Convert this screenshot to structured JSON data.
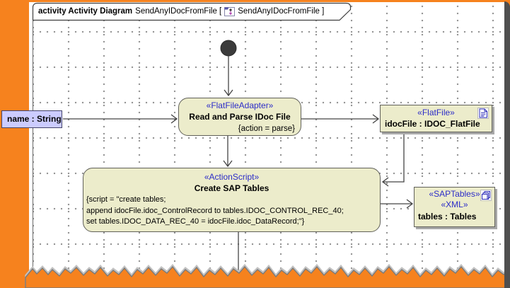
{
  "frame": {
    "kind_label": "activity Activity Diagram",
    "diagram_name": "SendAnyIDocFromFile [",
    "diagram_name_suffix": "SendAnyIDocFromFile ]"
  },
  "nodes": {
    "input_pin": {
      "label": "name : String"
    },
    "read_parse": {
      "stereotype": "«FlatFileAdapter»",
      "name": "Read and Parse IDoc File",
      "constraint": "{action = parse}"
    },
    "idoc_file": {
      "stereotype": "«FlatFile»",
      "name": "idocFile : IDOC_FlatFile"
    },
    "create_tables": {
      "stereotype": "«ActionScript»",
      "name": "Create SAP Tables",
      "script_lines": [
        "{script = \"create tables;",
        "append idocFile.idoc_ControlRecord to tables.IDOC_CONTROL_REC_40;",
        "set tables.IDOC_DATA_REC_40 = idocFile.idoc_DataRecord;\"}"
      ]
    },
    "sap_tables": {
      "stereotype1": "«SAPTables»",
      "stereotype2": "«XML»",
      "name": "tables : Tables"
    }
  },
  "colors": {
    "background_orange": "#F6821E",
    "node_fill": "#ECECCB",
    "node_border": "#61615A",
    "stereotype_blue": "#2B2BC8",
    "pin_fill": "#CCCCFF",
    "edge": "#444444"
  }
}
